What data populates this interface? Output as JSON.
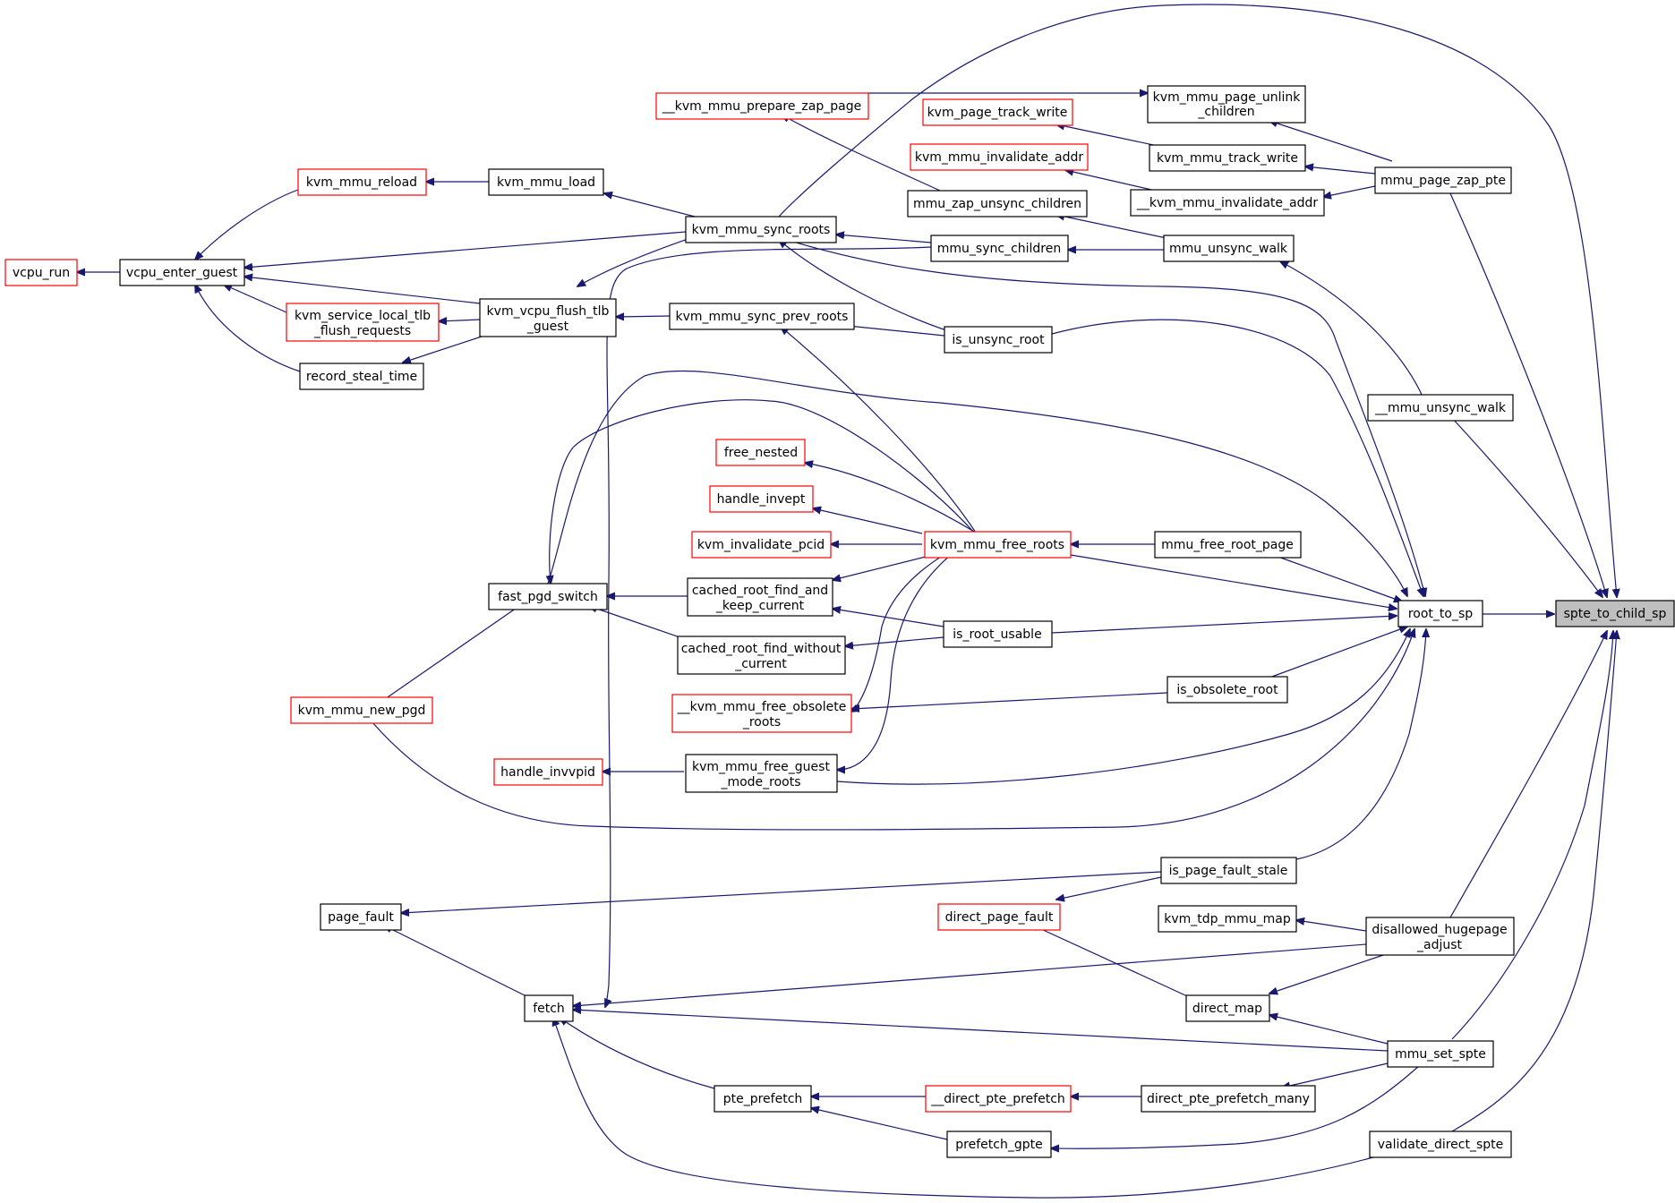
{
  "colors": {
    "edge": "#191970",
    "normal_border": "#000000",
    "highlight_border": "#ff0000",
    "current_fill": "#bfbfbf"
  },
  "nodes": {
    "spte_to_child_sp": "spte_to_child_sp",
    "root_to_sp": "root_to_sp",
    "vcpu_run": "vcpu_run",
    "vcpu_enter_guest": "vcpu_enter_guest",
    "kvm_mmu_reload": "kvm_mmu_reload",
    "kvm_mmu_load": "kvm_mmu_load",
    "kvm_mmu_sync_roots": "kvm_mmu_sync_roots",
    "kvm_mmu_prepare_zap_page": "__kvm_mmu_prepare_zap_page",
    "kvm_mmu_page_unlink_children_l1": "kvm_mmu_page_unlink",
    "kvm_mmu_page_unlink_children_l2": "_children",
    "kvm_page_track_write": "kvm_page_track_write",
    "kvm_mmu_track_write": "kvm_mmu_track_write",
    "kvm_mmu_invalidate_addr": "kvm_mmu_invalidate_addr",
    "__kvm_mmu_invalidate_addr": "__kvm_mmu_invalidate_addr",
    "mmu_page_zap_pte": "mmu_page_zap_pte",
    "mmu_zap_unsync_children": "mmu_zap_unsync_children",
    "mmu_sync_children": "mmu_sync_children",
    "mmu_unsync_walk": "mmu_unsync_walk",
    "kvm_service_local_tlb_l1": "kvm_service_local_tlb",
    "kvm_service_local_tlb_l2": "_flush_requests",
    "kvm_vcpu_flush_tlb_guest_l1": "kvm_vcpu_flush_tlb",
    "kvm_vcpu_flush_tlb_guest_l2": "_guest",
    "kvm_mmu_sync_prev_roots": "kvm_mmu_sync_prev_roots",
    "is_unsync_root": "is_unsync_root",
    "record_steal_time": "record_steal_time",
    "__mmu_unsync_walk": "__mmu_unsync_walk",
    "free_nested": "free_nested",
    "handle_invept": "handle_invept",
    "kvm_invalidate_pcid": "kvm_invalidate_pcid",
    "kvm_mmu_free_roots": "kvm_mmu_free_roots",
    "mmu_free_root_page": "mmu_free_root_page",
    "fast_pgd_switch": "fast_pgd_switch",
    "cached_root_find_and_keep_current_l1": "cached_root_find_and",
    "cached_root_find_and_keep_current_l2": "_keep_current",
    "is_root_usable": "is_root_usable",
    "cached_root_find_without_current_l1": "cached_root_find_without",
    "cached_root_find_without_current_l2": "_current",
    "kvm_mmu_new_pgd": "kvm_mmu_new_pgd",
    "__kvm_mmu_free_obsolete_roots_l1": "__kvm_mmu_free_obsolete",
    "__kvm_mmu_free_obsolete_roots_l2": "_roots",
    "is_obsolete_root": "is_obsolete_root",
    "handle_invvpid": "handle_invvpid",
    "kvm_mmu_free_guest_mode_roots_l1": "kvm_mmu_free_guest",
    "kvm_mmu_free_guest_mode_roots_l2": "_mode_roots",
    "is_page_fault_stale": "is_page_fault_stale",
    "page_fault": "page_fault",
    "direct_page_fault": "direct_page_fault",
    "kvm_tdp_mmu_map": "kvm_tdp_mmu_map",
    "disallowed_hugepage_adjust_l1": "disallowed_hugepage",
    "disallowed_hugepage_adjust_l2": "_adjust",
    "fetch": "fetch",
    "direct_map": "direct_map",
    "mmu_set_spte": "mmu_set_spte",
    "pte_prefetch": "pte_prefetch",
    "__direct_pte_prefetch": "__direct_pte_prefetch",
    "direct_pte_prefetch_many": "direct_pte_prefetch_many",
    "prefetch_gpte": "prefetch_gpte",
    "validate_direct_spte": "validate_direct_spte"
  }
}
